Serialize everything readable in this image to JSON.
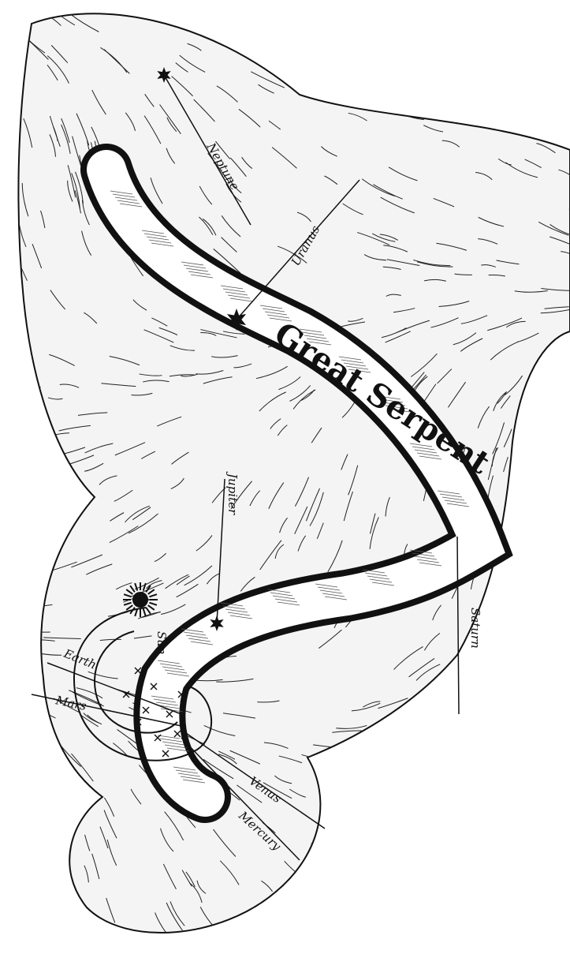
{
  "diagram": {
    "title": "Great Serpent",
    "labels": {
      "neptune": "Neptune",
      "uranus": "Uranus",
      "jupiter": "Jupiter",
      "saturn": "Saturn",
      "earth": "Earth",
      "mars": "Mars",
      "venus": "Venus",
      "mercury": "Mercury",
      "sun": "Sun"
    },
    "colors": {
      "ink": "#111111",
      "paper": "#ffffff",
      "band": "#ffffff",
      "shadow": "#1a1a1a"
    },
    "icons": {
      "planet_marker": "six-point-star",
      "sun_marker": "radiant-disc",
      "asteroid_marker": "small-cross"
    }
  }
}
